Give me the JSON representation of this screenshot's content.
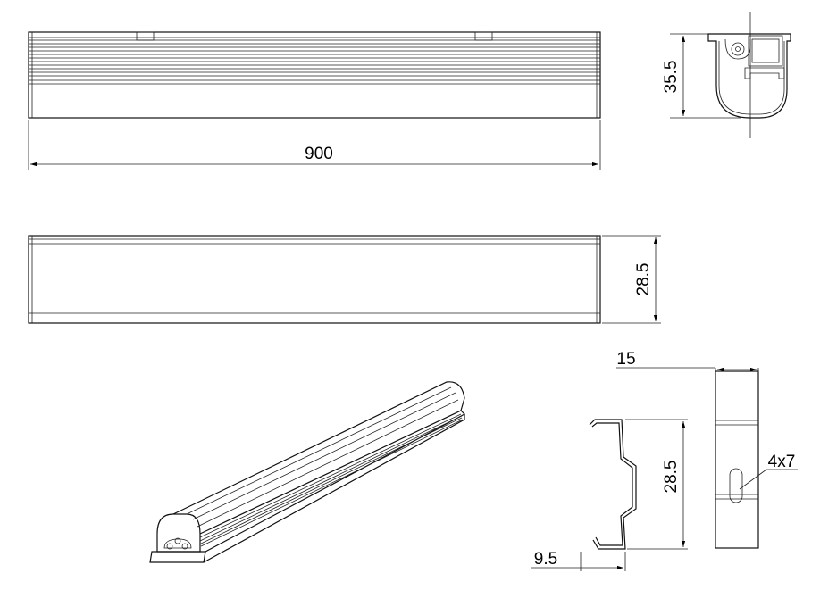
{
  "dimensions": {
    "length": "900",
    "profile_height": "35.5",
    "body_height": "28.5",
    "clip_width": "15",
    "clip_height": "28.5",
    "clip_depth": "9.5",
    "slot_size": "4x7"
  }
}
